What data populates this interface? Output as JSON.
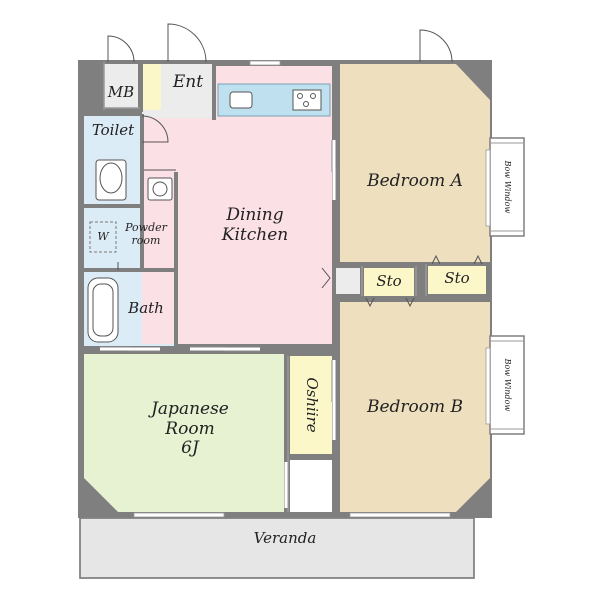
{
  "rooms": {
    "mb": "MB",
    "ent": "Ent",
    "toilet": "Toilet",
    "dining_line1": "Dining",
    "dining_line2": "Kitchen",
    "bedroom_a": "Bedroom A",
    "bedroom_b": "Bedroom B",
    "sto_1": "Sto",
    "sto_2": "Sto",
    "washer": "W",
    "powder_line1": "Powder",
    "powder_line2": "room",
    "bath": "Bath",
    "japanese_line1": "Japanese",
    "japanese_line2": "Room",
    "japanese_line3": "6J",
    "oshiire": "Oshiire",
    "veranda": "Veranda",
    "bow_window_1": "Bow Window",
    "bow_window_2": "Bow Window"
  },
  "colors": {
    "wall": "#7f7f7f",
    "bedroom": "#eee0bf",
    "dining": "#fbe0e6",
    "japanese": "#e6f2d2",
    "wet": "#dcecf6",
    "oshiire": "#fbf7c8",
    "storage": "#fbf7c8",
    "veranda": "#e6e6e6",
    "entry": "#ececec"
  }
}
